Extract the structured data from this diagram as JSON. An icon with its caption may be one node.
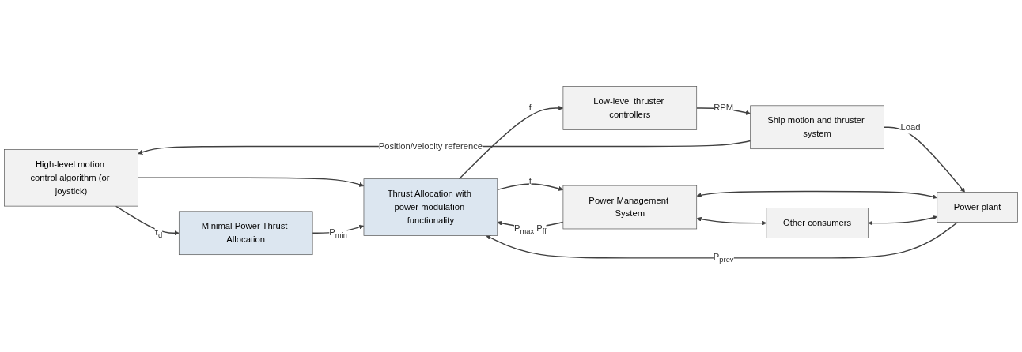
{
  "diagram": {
    "nodes": [
      {
        "text": [
          "High-level motion control algorithm (or joystick)"
        ]
      },
      {
        "text": [
          "Minimal Power Thrust Allocation"
        ]
      },
      {
        "text": [
          "Thrust Allocation with power modulation functionality"
        ]
      },
      {
        "text": [
          "Power Management System"
        ]
      },
      {
        "text": [
          "Low-level thruster controllers"
        ]
      },
      {
        "text": [
          "Ship motion and thruster system"
        ]
      },
      {
        "text": [
          "Power plant"
        ]
      },
      {
        "text": [
          "Other consumers"
        ]
      }
    ],
    "edges": [
      {
        "from": 0,
        "to": 1,
        "arrow": "to",
        "label": "τ$_{d}$"
      },
      {
        "from": 0,
        "to": 2,
        "arrow": "to"
      },
      {
        "from": 1,
        "to": 2,
        "arrow": "to",
        "label": "P$_{min}$"
      },
      {
        "from": 3,
        "to": 2,
        "arrow": "to",
        "label": "P$_{max}$ P$_{ff}$"
      },
      {
        "from": 2,
        "to": 3,
        "arrow": "to",
        "label": "f"
      },
      {
        "from": 6,
        "to": 2,
        "arrow": "to",
        "label": "P$_{prev}$"
      },
      {
        "from": 2,
        "to": 4,
        "arrow": "to",
        "label": "f"
      },
      {
        "from": 4,
        "to": 5,
        "arrow": "to",
        "label": "RPM"
      },
      {
        "from": 5,
        "to": 6,
        "arrow": "to",
        "label": "Load"
      },
      {
        "from": 5,
        "to": 0,
        "arrow": "to",
        "label": "Position/velocity reference"
      },
      {
        "from": 3,
        "to": 7,
        "arrow": "both"
      },
      {
        "from": 3,
        "to": 6,
        "arrow": "both"
      },
      {
        "from": 7,
        "to": 6,
        "arrow": "both"
      }
    ]
  }
}
